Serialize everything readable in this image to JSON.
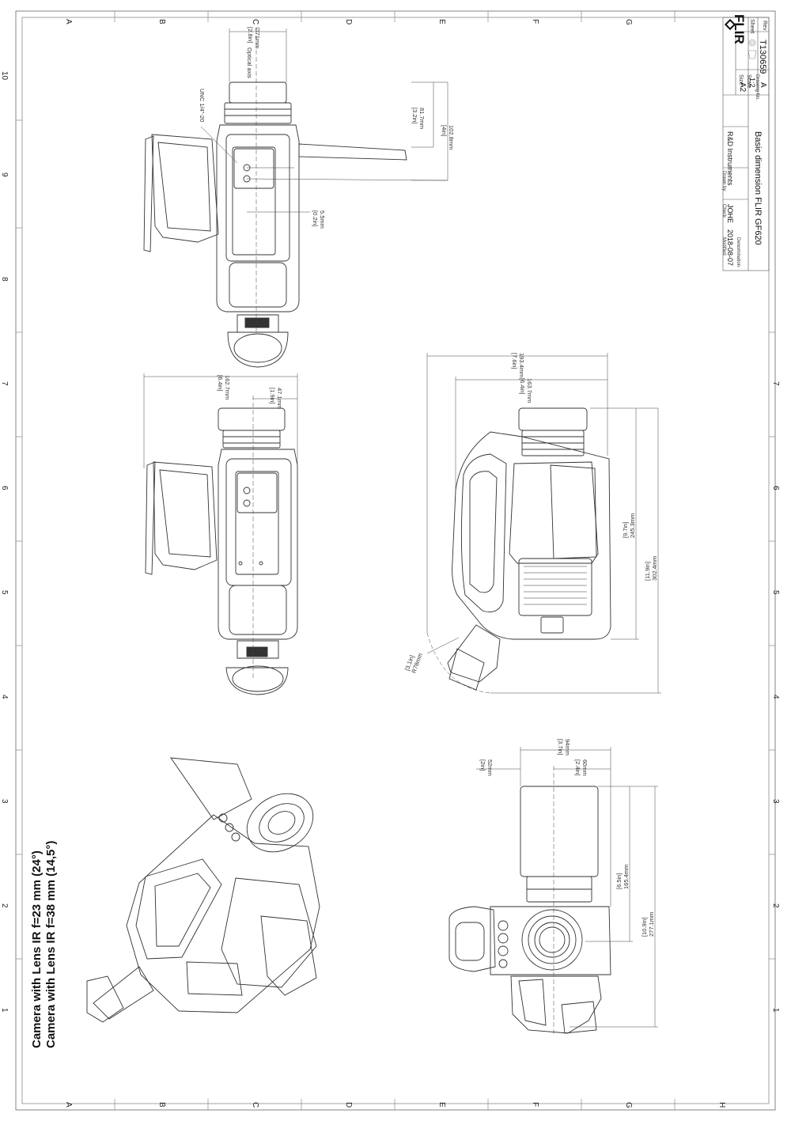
{
  "title_block": {
    "logo": "FLIR",
    "size_label": "Size",
    "size_value": "A2",
    "scale_label": "Scale",
    "scale_value": "1:2",
    "sheet_label": "Sheet",
    "rev_label": "Rev",
    "rev_value": "A",
    "drawing_no_label": "Drawing No.",
    "drawing_no_value": "T130659",
    "modified_label": "Modified",
    "modified_value": "2018-08-07",
    "check_label": "Check",
    "check_value": "JOHE",
    "drawn_label": "Drawn by",
    "drawn_value": "R&D Instruments",
    "denomination_label": "Denomination",
    "denomination_value": "Basic dimension FLIR GF620"
  },
  "border": {
    "letters_top": [
      "A",
      "B",
      "C",
      "D",
      "E",
      "F",
      "G"
    ],
    "letters_bottom": [
      "A",
      "B",
      "C",
      "D",
      "E",
      "F",
      "G",
      "H"
    ],
    "numbers_left": [
      "10",
      "9",
      "8",
      "7",
      "6",
      "5",
      "4",
      "3",
      "2",
      "1"
    ],
    "numbers_right": [
      "7",
      "6",
      "5",
      "4",
      "3",
      "2",
      "1"
    ]
  },
  "notes": {
    "line1": "Camera with Lens IR f=23 mm (24°)",
    "line2": "Camera with Lens IR f=38 mm (14,5°)"
  },
  "dims": {
    "d71": "∅71mm",
    "d71_in": "[2.8in]",
    "optical_axis": "Optical axis",
    "unc": "UNC 1/4\"-20",
    "d817": "81.7mm",
    "d817_in": "[3.2in]",
    "d1028": "102.8mm",
    "d1028_in": "[4in]",
    "d55": "5.5mm",
    "d55_in": "[0.2in]",
    "d1627": "162.7mm",
    "d1627_in": "[6.4in]",
    "d471": "47.1mm",
    "d471_in": "[1.9in]",
    "d1934": "193.4mm",
    "d1934_in": "[7.6in]",
    "d1637": "163.7mm",
    "d1637_in": "[6.4in]",
    "d2453": "245.3mm",
    "d2453_in": "[9.7in]",
    "d3024": "302.4mm",
    "d3024_in": "[11.9in]",
    "r78": "R78mm",
    "r78_in": "[3.1in]",
    "d94": "94mm",
    "d94_in": "[3.7in]",
    "d52": "52mm",
    "d52_in": "[2in]",
    "d60": "60mm",
    "d60_in": "[2.4in]",
    "d1654": "165.4mm",
    "d1654_in": "[6.5in]",
    "d2771": "277.1mm",
    "d2771_in": "[10.9in]"
  }
}
